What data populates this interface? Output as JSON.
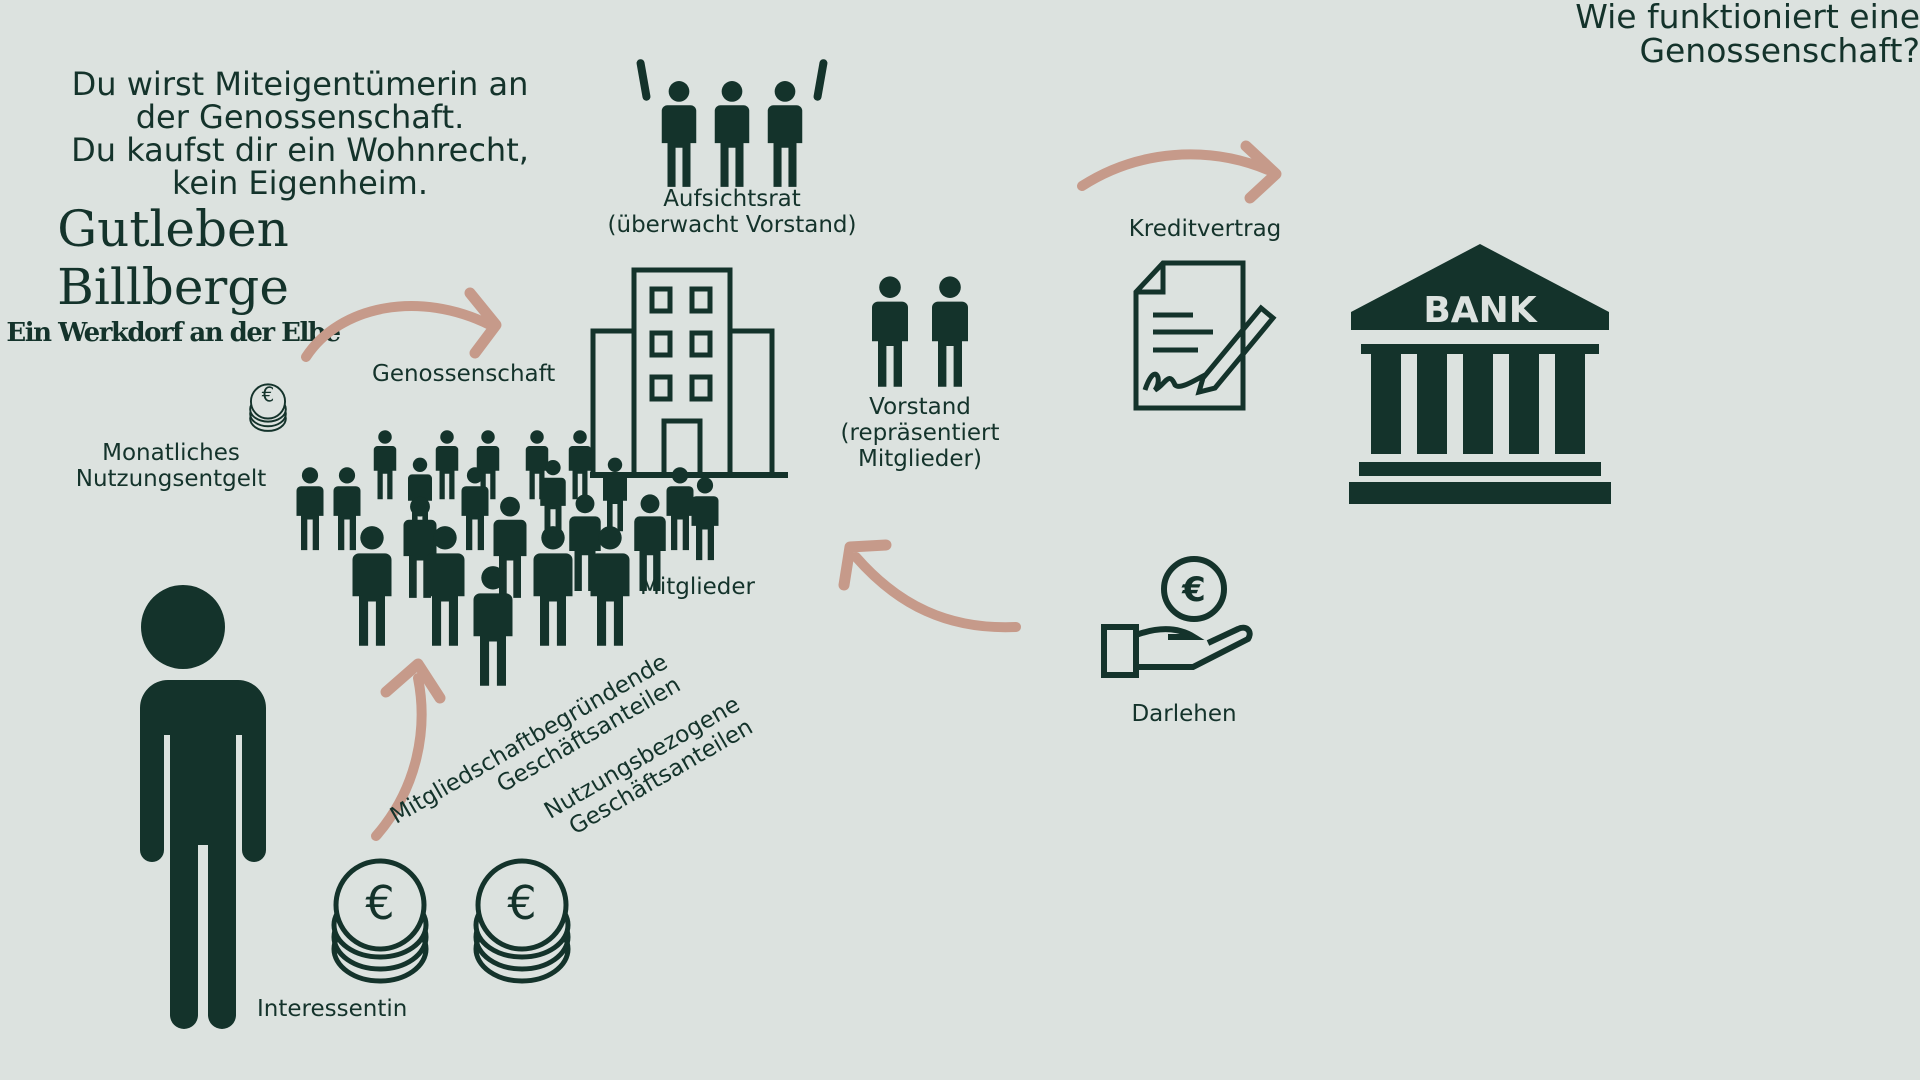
{
  "title": {
    "line1": "Wie funktioniert eine",
    "line2": "Genossenschaft?"
  },
  "nodes": {
    "aufsichtsrat": {
      "line1": "Aufsichtsrat",
      "line2": "(überwacht Vorstand)"
    },
    "genossenschaft": {
      "label": "Genossenschaft"
    },
    "vorstand": {
      "line1": "Vorstand",
      "line2": "(repräsentiert",
      "line3": "Mitglieder)"
    },
    "kreditvertrag": {
      "label": "Kreditvertrag"
    },
    "bank": {
      "label": "BANK"
    },
    "darlehen": {
      "label": "Darlehen"
    },
    "mitglieder": {
      "label": "Mitglieder"
    },
    "nutzungsentgelt": {
      "line1": "Monatliches",
      "line2": "Nutzungsentgelt"
    },
    "interessentin": {
      "label": "Interessentin"
    },
    "anteile_mitglied": {
      "line1": "Mitgliedschaftbegründende",
      "line2": "Geschäftsanteilen"
    },
    "anteile_nutzung": {
      "line1": "Nutzungsbezogene",
      "line2": "Geschäftsanteilen"
    }
  },
  "coin_symbol": "€",
  "statement": {
    "line1": "Du wirst Miteigentümerin an",
    "line2": "der Genossenschaft.",
    "line3": "Du kaufst dir ein Wohnrecht,",
    "line4": "kein Eigenheim."
  },
  "logo": {
    "line1": "Gutleben",
    "line2": "Billberge",
    "line3": "Ein Werkdorf an der Elbe"
  },
  "colors": {
    "background": "#dce2df",
    "ink": "#14332b",
    "arrow": "#c69a8a"
  }
}
